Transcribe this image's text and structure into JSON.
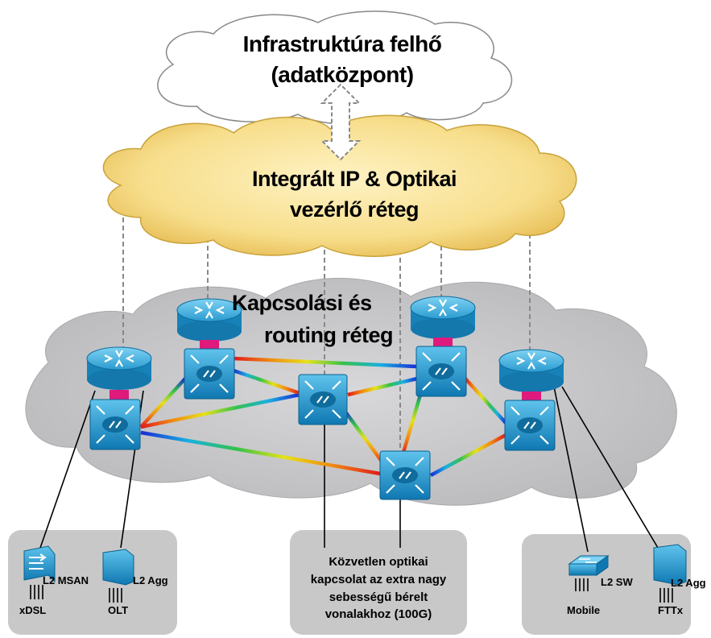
{
  "clouds": {
    "infrastructure": {
      "line1": "Infrastruktúra felhő",
      "line2": "(adatközpont)"
    },
    "control": {
      "line1": "Integrált IP & Optikai",
      "line2": "vezérlő réteg"
    },
    "switching": {
      "line1": "Kapcsolási és",
      "line2": "routing réteg"
    }
  },
  "access_left": {
    "devices": [
      {
        "name": "L2 MSAN",
        "caption": "xDSL"
      },
      {
        "name": "L2 Agg",
        "caption": "OLT"
      }
    ]
  },
  "access_center": {
    "lines": [
      "Közvetlen optikai",
      "kapcsolat az extra nagy",
      "sebességű bérelt",
      "vonalakhoz (100G)"
    ]
  },
  "access_right": {
    "devices": [
      {
        "name": "L2 SW",
        "caption": "Mobile"
      },
      {
        "name": "L2 Agg",
        "caption": "FTTx"
      }
    ]
  },
  "colors": {
    "control_cloud_fill": "#f5d77a",
    "switching_cloud_fill": "#c9c9cb",
    "access_box_fill": "#c8c8c8",
    "device_blue": "#1a8fc4",
    "router_link": "#e0197d",
    "optical_link": "rainbow"
  }
}
